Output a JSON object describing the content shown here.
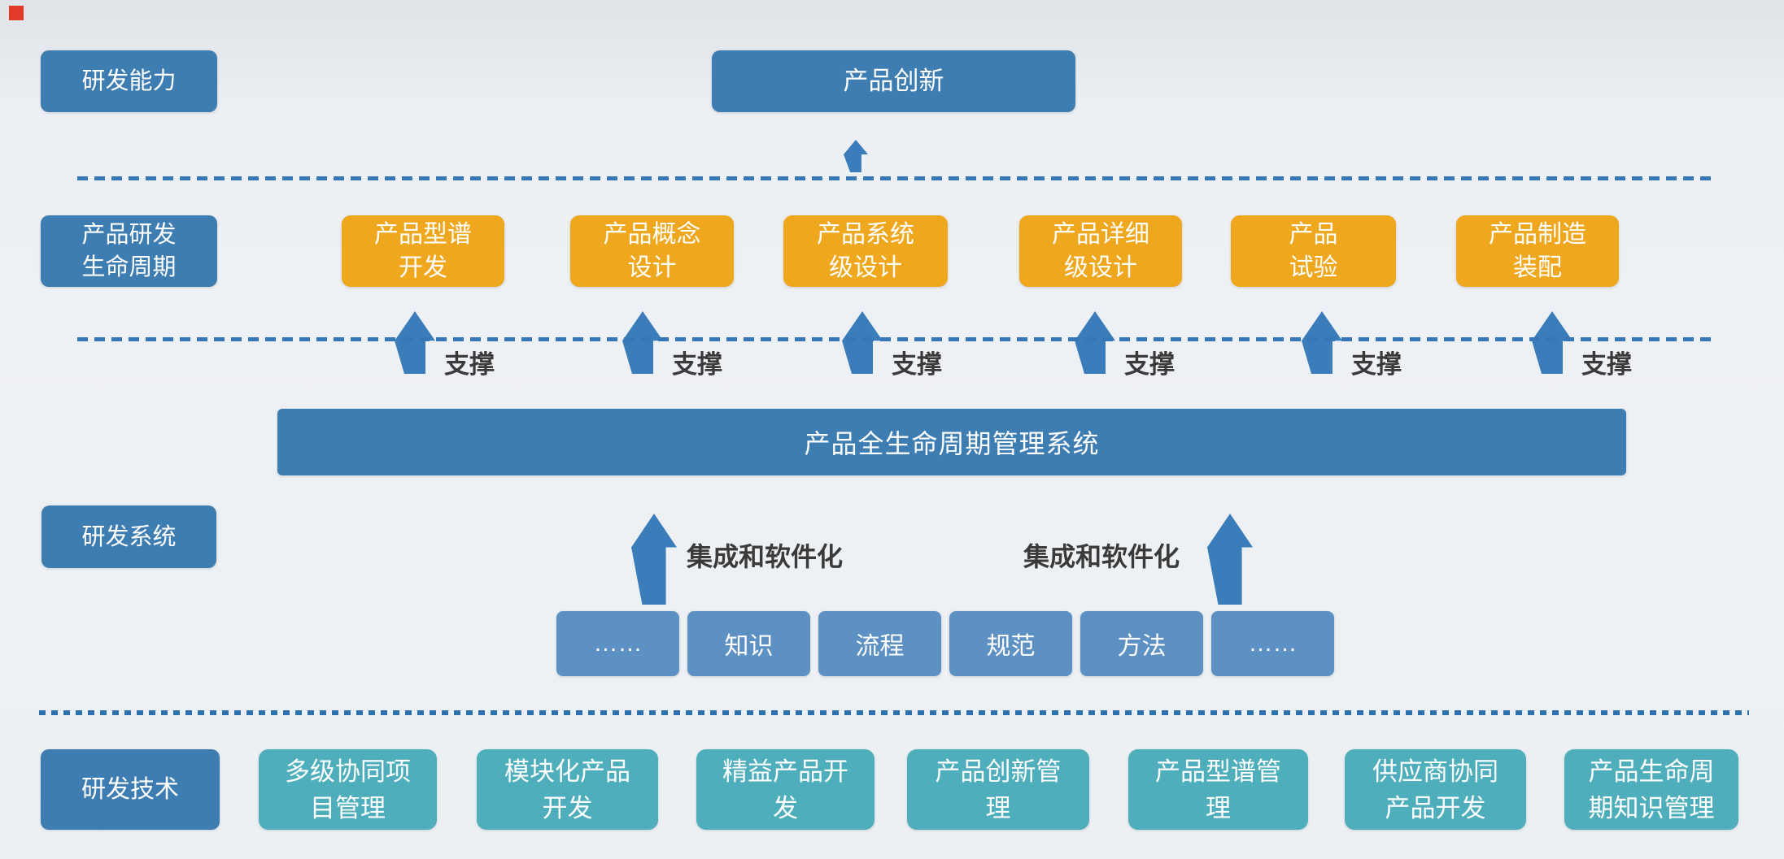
{
  "palette": {
    "blue": "#3d7db2",
    "orange": "#efa71e",
    "light_blue": "#5e91c3",
    "teal": "#4eaebb",
    "arrow_blue": "#3b7cba",
    "dash_line_blue": "#3577b7",
    "dot_line_blue": "#2d72ae",
    "marker_red": "#e2392b",
    "label_text": "#3a3a3a",
    "background": "#eef1f4"
  },
  "capability_row": {
    "side_label": "研发能力",
    "innovation_box": "产品创新"
  },
  "lifecycle_row": {
    "side_label": "产品研发\n生命周期",
    "phases": [
      "产品型谱\n开发",
      "产品概念\n设计",
      "产品系统\n级设计",
      "产品详细\n级设计",
      "产品\n试验",
      "产品制造\n装配"
    ],
    "support_label": "支撑"
  },
  "system_row": {
    "plm_bar": "产品全生命周期管理系统",
    "side_label": "研发系统",
    "integration_label": "集成和软件化",
    "elements": [
      "……",
      "知识",
      "流程",
      "规范",
      "方法",
      "……"
    ]
  },
  "technology_row": {
    "side_label": "研发技术",
    "technologies": [
      "多级协同项\n目管理",
      "模块化产品\n开发",
      "精益产品开\n发",
      "产品创新管\n理",
      "产品型谱管\n理",
      "供应商协同\n产品开发",
      "产品生命周\n期知识管理"
    ]
  }
}
